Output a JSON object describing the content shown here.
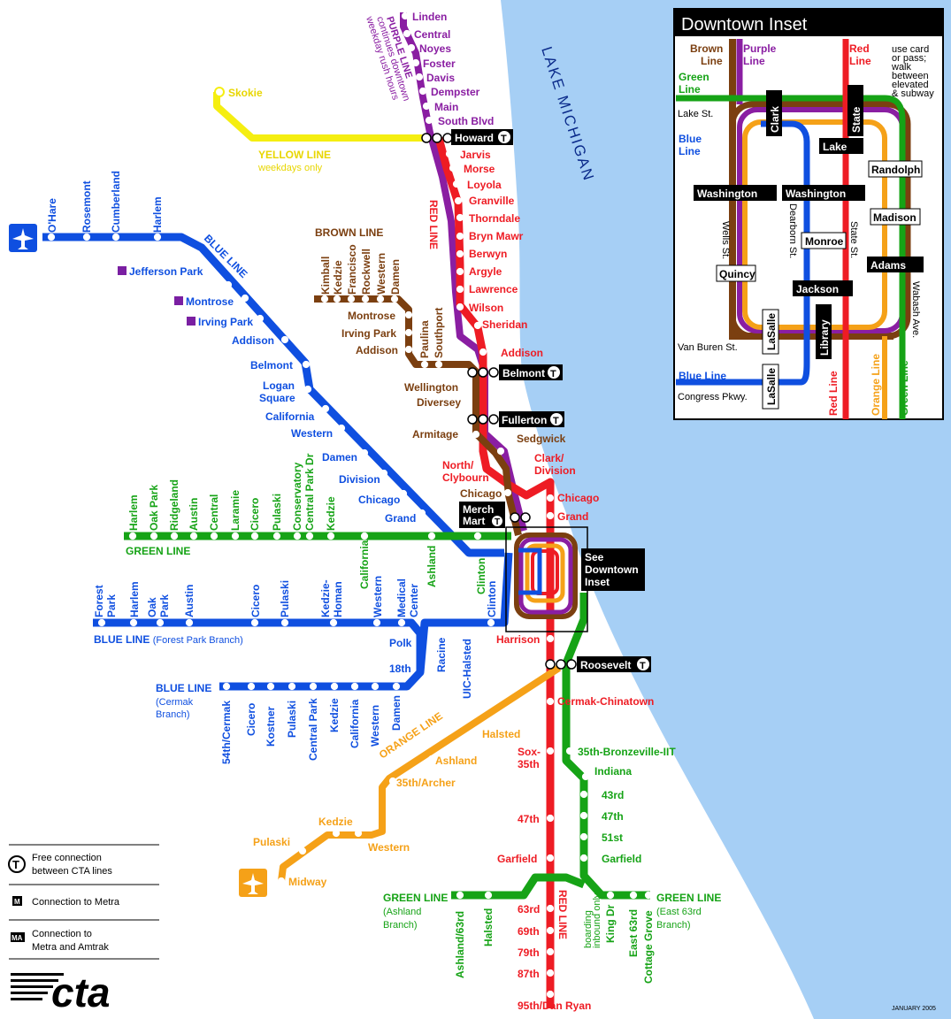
{
  "lake": {
    "name": "LAKE MICHIGAN"
  },
  "colors": {
    "red": "#ee1c24",
    "blue": "#0f4fe0",
    "purple": "#8a1ea2",
    "green": "#16a316",
    "brown": "#7b3f10",
    "orange": "#f5a118",
    "yellow": "#f5ee11",
    "water": "#a6cff5",
    "metra": "#7a1fa2"
  },
  "lines": {
    "purple": "PURPLE LINE",
    "purple_note": [
      "continues downtown",
      "weekday rush hours"
    ],
    "yellow": "YELLOW LINE",
    "yellow_note": "weekdays only",
    "red": "RED LINE",
    "red_south": "RED LINE",
    "brown": "BROWN LINE",
    "blue_ohare": "BLUE LINE",
    "green": "GREEN LINE",
    "blue_fp": "BLUE LINE",
    "blue_fp_note": "(Forest Park Branch)",
    "blue_cermak": "BLUE LINE",
    "blue_cermak_note": [
      "(Cermak",
      "Branch)"
    ],
    "orange": "ORANGE LINE",
    "green_ashland": "GREEN LINE",
    "green_ashland_note": [
      "(Ashland",
      "Branch)"
    ],
    "green_e63": "GREEN LINE",
    "green_e63_note": [
      "(East 63rd",
      "Branch)"
    ]
  },
  "stations": {
    "purple": [
      "Linden",
      "Central",
      "Noyes",
      "Foster",
      "Davis",
      "Dempster",
      "Main",
      "South Blvd"
    ],
    "yellow": [
      "Skokie"
    ],
    "red_north": [
      "Howard",
      "Jarvis",
      "Morse",
      "Loyola",
      "Granville",
      "Thorndale",
      "Bryn Mawr",
      "Berwyn",
      "Argyle",
      "Lawrence",
      "Wilson",
      "Sheridan",
      "Addison",
      "Belmont",
      "Fullerton"
    ],
    "red_mid": [
      "North/",
      "Clybourn",
      "Clark/",
      "Division",
      "Chicago",
      "Grand"
    ],
    "red_south": [
      "Harrison",
      "Roosevelt",
      "Cermak-Chinatown",
      "Sox-",
      "35th",
      "47th",
      "Garfield",
      "63rd",
      "69th",
      "79th",
      "87th",
      "95th/Dan Ryan"
    ],
    "brown_vertical": [
      "Kimball",
      "Kedzie",
      "Francisco",
      "Rockwell",
      "Western",
      "Damen"
    ],
    "brown_left": [
      "Montrose",
      "Irving Park",
      "Addison"
    ],
    "brown_vertical2": [
      "Paulina",
      "Southport"
    ],
    "brown_right": [
      "Wellington",
      "Diversey",
      "Armitage",
      "Sedgwick",
      "Chicago",
      "Merch",
      "Mart"
    ],
    "blue_ohare_top": [
      "O'Hare",
      "Rosemont",
      "Cumberland",
      "Harlem"
    ],
    "blue_ohare_side": [
      "Jefferson Park",
      "Montrose",
      "Irving Park",
      "Addison",
      "Belmont",
      "Logan",
      "Square",
      "California",
      "Western",
      "Damen",
      "Division",
      "Chicago",
      "Grand"
    ],
    "green_west": [
      "Harlem",
      "Oak Park",
      "Ridgeland",
      "Austin",
      "Central",
      "Laramie",
      "Cicero",
      "Pulaski",
      "Conservatory",
      "Central Park Dr",
      "Kedzie",
      "California",
      "Ashland",
      "Clinton"
    ],
    "blue_fp": [
      "Forest",
      "Park",
      "Harlem",
      "Oak",
      "Park",
      "Austin",
      "Cicero",
      "Pulaski",
      "Kedzie-",
      "Homan",
      "Western",
      "Medical",
      "Center",
      "Clinton",
      "Polk",
      "18th",
      "Racine",
      "UIC-Halsted"
    ],
    "blue_cermak": [
      "54th/Cermak",
      "Cicero",
      "Kostner",
      "Pulaski",
      "Central Park",
      "Kedzie",
      "California",
      "Western",
      "Damen"
    ],
    "orange": [
      "Halsted",
      "Ashland",
      "35th/Archer",
      "Western",
      "Kedzie",
      "Pulaski",
      "Midway"
    ],
    "green_south": [
      "35th-Bronzeville-IIT",
      "Indiana",
      "43rd",
      "47th",
      "51st",
      "Garfield",
      "Ashland/63rd",
      "Halsted",
      "King Dr",
      "East 63rd",
      "Cottage Grove"
    ],
    "king_note": [
      "boarding",
      "inbound only"
    ]
  },
  "see_downtown": [
    "See",
    "Downtown",
    "Inset"
  ],
  "inset": {
    "title": "Downtown Inset",
    "brown": [
      "Brown",
      "Line"
    ],
    "purple": [
      "Purple",
      "Line"
    ],
    "red": [
      "Red",
      "Line"
    ],
    "green": [
      "Green",
      "Line"
    ],
    "blue": [
      "Blue",
      "Line"
    ],
    "blue2": "Blue Line",
    "note": [
      "use card",
      "or pass;",
      "walk",
      "between",
      "elevated",
      "& subway"
    ],
    "streets": [
      "Lake St.",
      "Wells St.",
      "Dearborn St.",
      "State St.",
      "Wabash Ave.",
      "Van Buren St.",
      "Congress Pkwy."
    ],
    "stations": [
      "Clark",
      "State",
      "Lake",
      "Randolph",
      "Washington",
      "Washington",
      "Madison",
      "Monroe",
      "Adams",
      "Quincy",
      "Jackson",
      "LaSalle",
      "Library",
      "LaSalle"
    ],
    "bottom": [
      "Red Line",
      "Orange Line",
      "Green Line"
    ]
  },
  "legend": {
    "transfer": [
      "Free connection",
      "between CTA lines"
    ],
    "metra": "Connection to Metra",
    "amtrak": [
      "Connection to",
      "Metra and Amtrak"
    ],
    "t_icon": "T",
    "m_icon": "M",
    "ma_icon": "MA"
  },
  "logo": "cta",
  "date": "JANUARY 2005"
}
